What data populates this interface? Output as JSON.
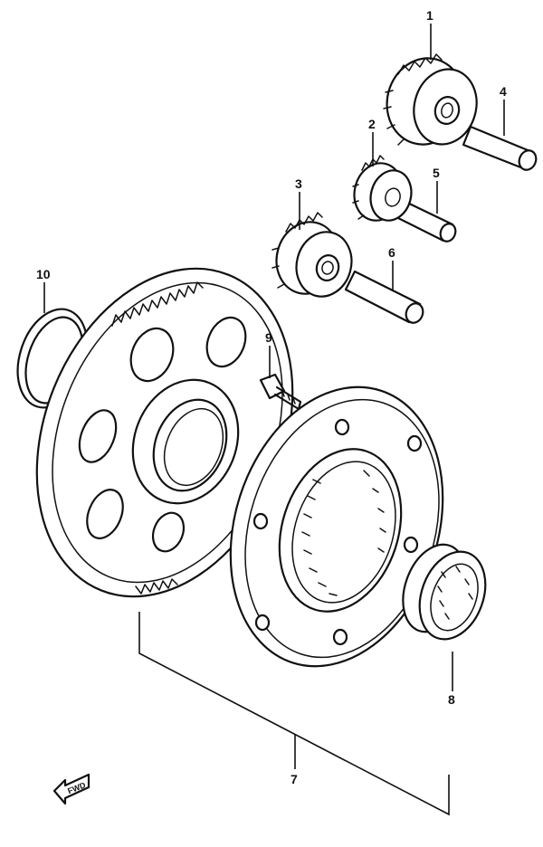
{
  "diagram": {
    "callouts": {
      "c1": "1",
      "c2": "2",
      "c3": "3",
      "c4": "4",
      "c5": "5",
      "c6": "6",
      "c7": "7",
      "c8": "8",
      "c9": "9",
      "c10": "10"
    },
    "fwd_label": "FWD"
  }
}
